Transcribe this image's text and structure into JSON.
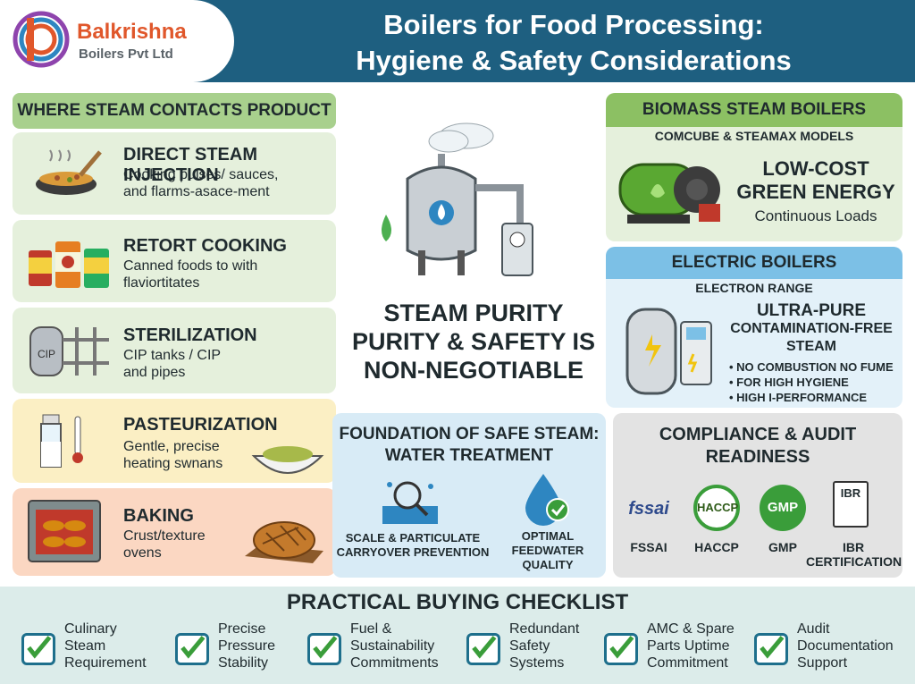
{
  "brand": {
    "name": "Balkrishna",
    "sub": "Boilers Pvt Ltd"
  },
  "title": {
    "line1": "Boilers for Food Processing:",
    "line2": "Hygiene & Safety Considerations"
  },
  "left": {
    "heading": "WHERE STEAM CONTACTS PRODUCT",
    "items": [
      {
        "title": "DIRECT STEAM INJECTION",
        "desc1": "Cooking pulses/ sauces,",
        "desc2": "and flarms-asace-ment"
      },
      {
        "title": "RETORT COOKING",
        "desc1": "Canned foods to with",
        "desc2": "flaviortitates"
      },
      {
        "title": "STERILIZATION",
        "desc1": "CIP tanks / CIP",
        "desc2": "and pipes",
        "icon_label": "CIP"
      },
      {
        "title": "PASTEURIZATION",
        "desc1": "Gentle, precise",
        "desc2": "heating swnans"
      },
      {
        "title": "BAKING",
        "desc1": "Crust/texture",
        "desc2": "ovens"
      }
    ]
  },
  "center": {
    "line1": "STEAM PURITY",
    "line2": "PURITY & SAFETY IS",
    "line3": "NON-NEGOTIABLE"
  },
  "biomass": {
    "title": "BIOMASS STEAM BOILERS",
    "models": "COMCUBE & STEAMAX MODELS",
    "big1": "LOW-COST",
    "big2": "GREEN ENERGY",
    "note": "Continuous Loads"
  },
  "electric": {
    "title": "ELECTRIC BOILERS",
    "range": "ELECTRON RANGE",
    "big1": "ULTRA-PURE",
    "big2": "CONTAMINATION-FREE",
    "big3": "STEAM",
    "bullets": [
      "• NO COMBUSTION NO FUME",
      "• FOR HIGH HYGIENE",
      "• HIGH I-PERFORMANCE"
    ]
  },
  "water": {
    "title1": "FOUNDATION OF SAFE STEAM:",
    "title2": "WATER TREATMENT",
    "a1": "SCALE & PARTICULATE",
    "a2": "CARRYOVER PREVENTION",
    "b1": "OPTIMAL",
    "b2": "FEEDWATER",
    "b3": "QUALITY"
  },
  "compliance": {
    "title1": "COMPLIANCE & AUDIT",
    "title2": "READINESS",
    "badges": [
      {
        "label": "FSSAI",
        "mark": "fssai"
      },
      {
        "label": "HACCP",
        "mark": "HACCP"
      },
      {
        "label": "GMP",
        "mark": "GMP"
      },
      {
        "label1": "IBR",
        "label2": "CERTIFICATION",
        "mark": "IBR"
      }
    ]
  },
  "checklist": {
    "title": "PRACTICAL BUYING CHECKLIST",
    "items": [
      {
        "l1": "Culinary",
        "l2": "Steam",
        "l3": "Requirement"
      },
      {
        "l1": "Precise",
        "l2": "Pressure",
        "l3": "Stability"
      },
      {
        "l1": "Fuel &",
        "l2": "Sustainability",
        "l3": "Commitments"
      },
      {
        "l1": "Redundant",
        "l2": "Safety",
        "l3": "Systems"
      },
      {
        "l1": "AMC & Spare",
        "l2": "Parts Uptime",
        "l3": "Commitment"
      },
      {
        "l1": "Audit",
        "l2": "Documentation",
        "l3": "Support"
      }
    ]
  },
  "colors": {
    "header": "#1e5f80",
    "green": "#a8d08d",
    "blue": "#bfe0f3",
    "check": "#3a9d3a"
  }
}
